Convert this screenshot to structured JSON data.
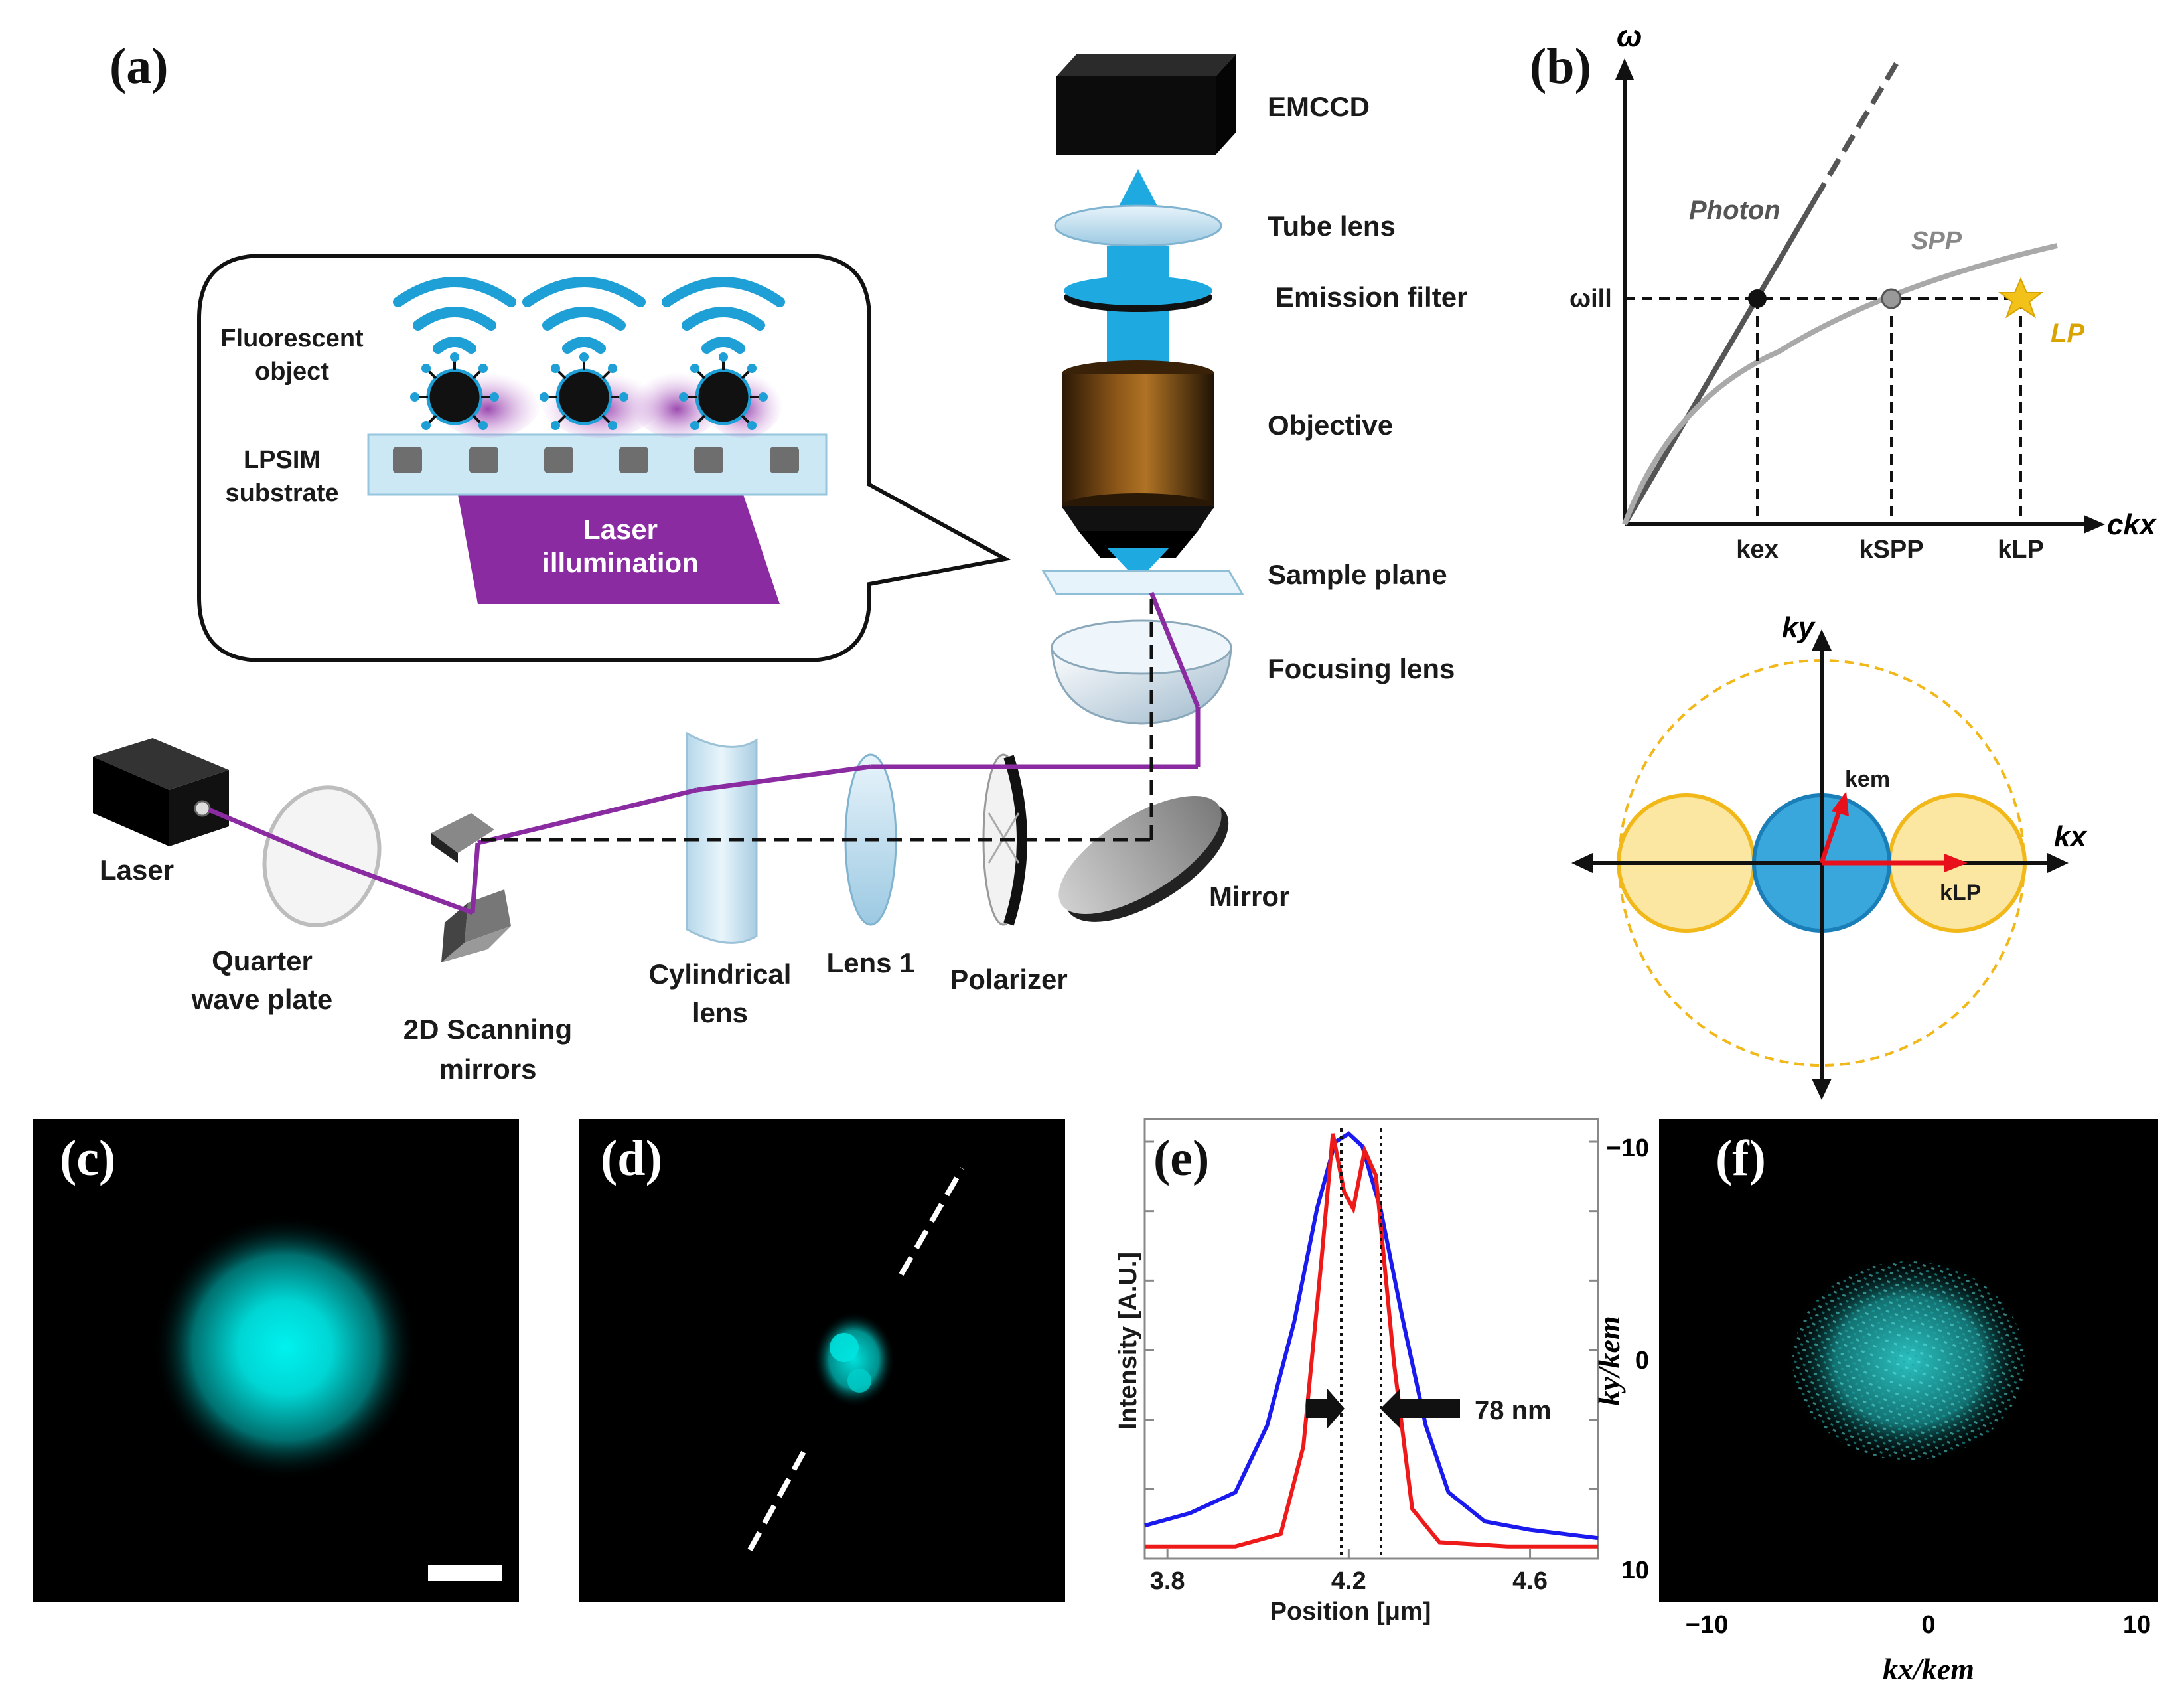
{
  "panels": {
    "a": "(a)",
    "b": "(b)",
    "c": "(c)",
    "d": "(d)",
    "e": "(e)",
    "f": "(f)"
  },
  "setup": {
    "emccd": "EMCCD",
    "tube_lens": "Tube lens",
    "emission_filter": "Emission filter",
    "objective": "Objective",
    "sample_plane": "Sample plane",
    "focusing_lens": "Focusing lens",
    "mirror": "Mirror",
    "laser": "Laser",
    "quarter_wave_plate": [
      "Quarter",
      "wave plate"
    ],
    "scanning_mirrors": [
      "2D Scanning",
      "mirrors"
    ],
    "cylindrical_lens": [
      "Cylindrical",
      "lens"
    ],
    "lens1": "Lens 1",
    "polarizer": "Polarizer"
  },
  "inset": {
    "fluorescent_object": [
      "Fluorescent",
      "object"
    ],
    "lpsim_substrate": [
      "LPSIM",
      "substrate"
    ],
    "laser_illumination": [
      "Laser",
      "illumination"
    ]
  },
  "dispersion": {
    "y_axis": "ω",
    "x_axis": "ckx",
    "omega_ill": "ωill",
    "photon": "Photon",
    "spp": "SPP",
    "lp": "LP",
    "ticks": [
      "kex",
      "kSPP",
      "kLP"
    ]
  },
  "kspace": {
    "ky": "ky",
    "kx": "kx",
    "kem": "kem",
    "klp": "kLP"
  },
  "chart_data": {
    "type": "line",
    "xlabel": "Position [μm]",
    "ylabel": "Intensity [A.U.]",
    "xlim": [
      3.75,
      4.75
    ],
    "x_ticks": [
      "3.8",
      "4.2",
      "4.6"
    ],
    "annotation": "78 nm",
    "series": [
      {
        "color": "#1a1aee",
        "x": [
          3.75,
          3.85,
          3.95,
          4.02,
          4.08,
          4.13,
          4.17,
          4.2,
          4.23,
          4.27,
          4.32,
          4.37,
          4.42,
          4.5,
          4.6,
          4.75
        ],
        "y": [
          0.06,
          0.09,
          0.14,
          0.3,
          0.55,
          0.82,
          0.98,
          1.0,
          0.97,
          0.82,
          0.55,
          0.3,
          0.14,
          0.07,
          0.05,
          0.03
        ]
      },
      {
        "color": "#ee1a1a",
        "x": [
          3.75,
          3.85,
          3.95,
          4.05,
          4.1,
          4.14,
          4.165,
          4.19,
          4.21,
          4.235,
          4.26,
          4.3,
          4.34,
          4.4,
          4.55,
          4.75
        ],
        "y": [
          0.01,
          0.01,
          0.01,
          0.04,
          0.25,
          0.7,
          1.0,
          0.86,
          0.82,
          0.96,
          0.9,
          0.45,
          0.1,
          0.02,
          0.01,
          0.01
        ]
      }
    ]
  },
  "panel_f": {
    "xlabel": "kx/kem",
    "ylabel": "ky/kem",
    "x_ticks": [
      "−10",
      "0",
      "10"
    ],
    "y_ticks": [
      "−10",
      "0",
      "10"
    ]
  },
  "colors": {
    "cyan": "#00e6e6",
    "purple": "#8a2ba2",
    "light_blue": "#cce8f4",
    "spp_gray": "#a9a9a9",
    "yellow_disk": "#fbe6a2",
    "blue_disk": "#3aa7dc",
    "red_arrow": "#e8101a"
  }
}
